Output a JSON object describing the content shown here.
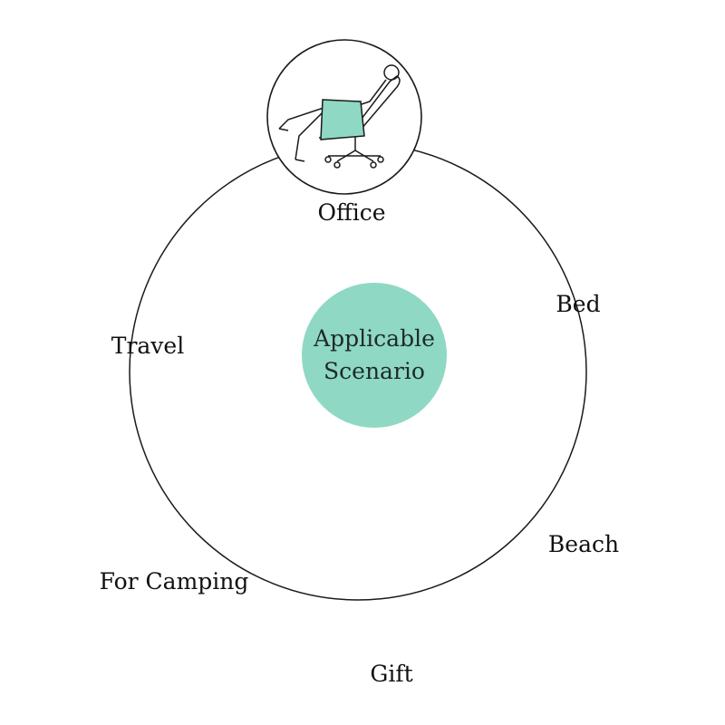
{
  "title": {
    "line1": "Applicable",
    "line2": "Scenario"
  },
  "scenarios": [
    {
      "id": "office",
      "label": "Office"
    },
    {
      "id": "bed",
      "label": "Bed"
    },
    {
      "id": "beach",
      "label": "Beach"
    },
    {
      "id": "gift",
      "label": "Gift"
    },
    {
      "id": "camping",
      "label": "For Camping"
    },
    {
      "id": "travel",
      "label": "Travel"
    }
  ],
  "colors": {
    "accent": "#8fd8c4",
    "stroke": "#1a1a1a",
    "gift_box": "#f7f3c8",
    "background": "#ffffff"
  }
}
